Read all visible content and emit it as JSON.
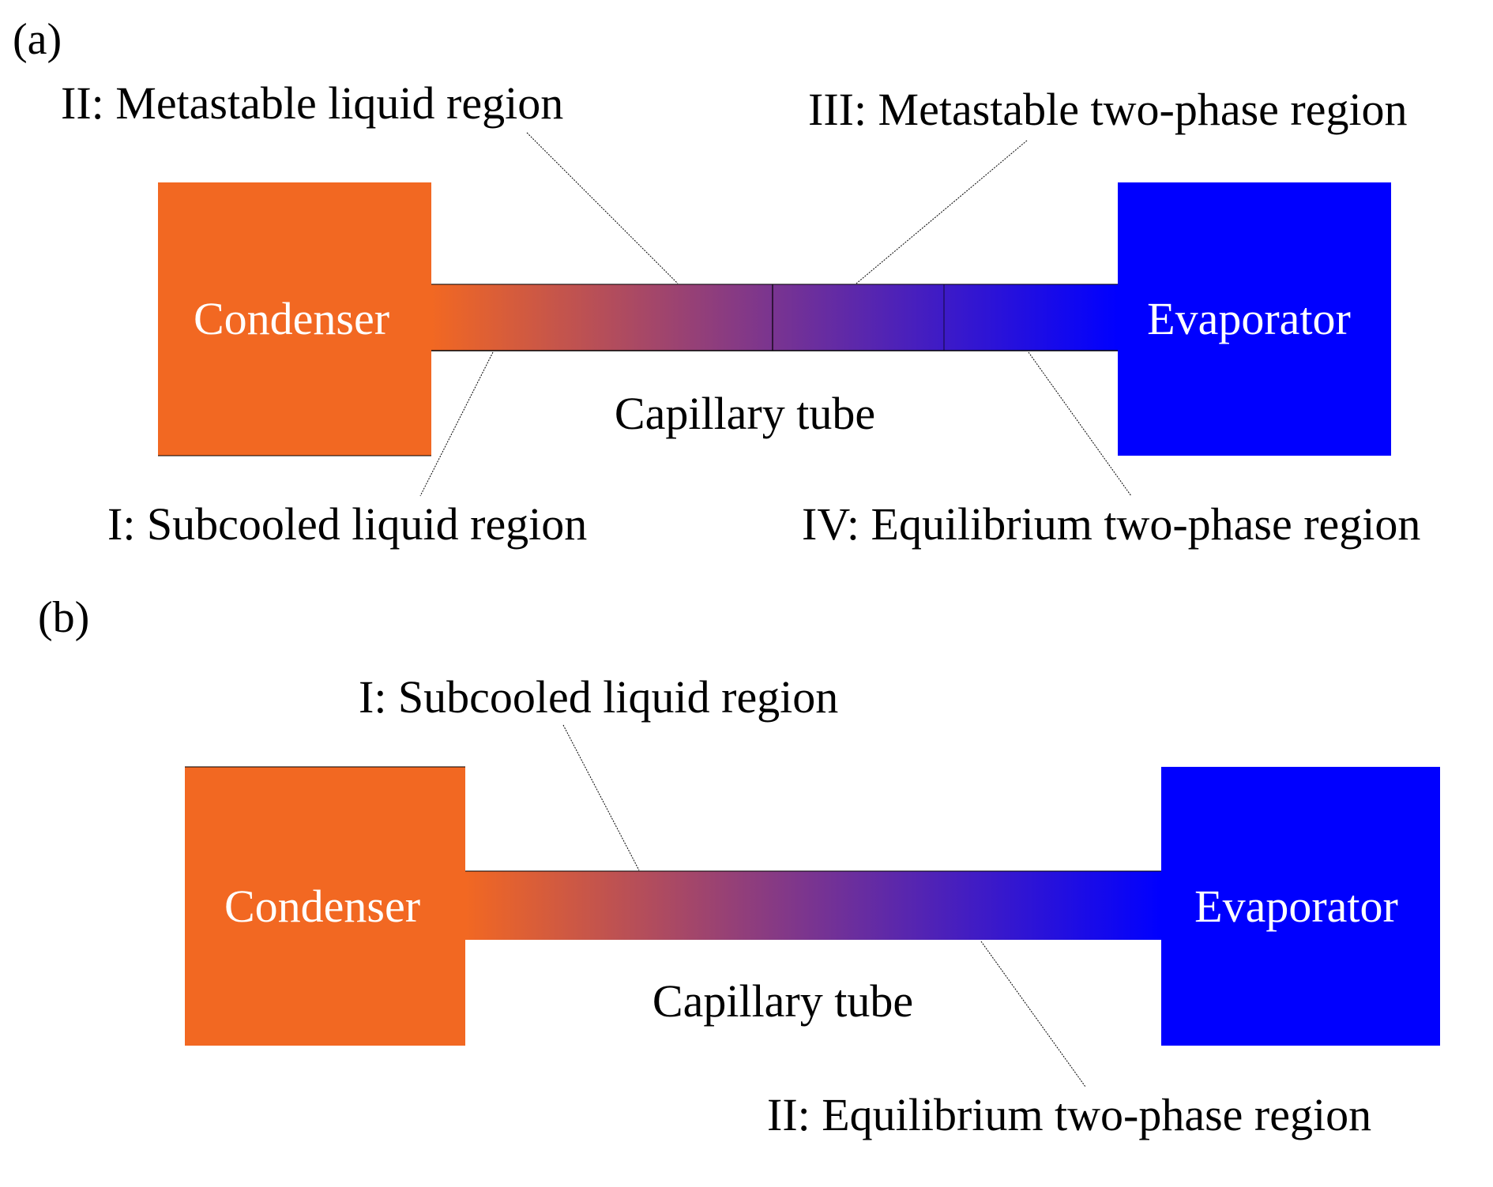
{
  "colors": {
    "condenser": "#F26822",
    "evaporator": "#0000FF",
    "tube_start": "#F26822",
    "tube_end": "#0000FF"
  },
  "panels": [
    {
      "panel_label": "(a)",
      "condenser_label": "Condenser",
      "evaporator_label": "Evaporator",
      "tube_label": "Capillary tube",
      "regions": [
        {
          "label": "I: Subcooled liquid region"
        },
        {
          "label": "II: Metastable liquid region"
        },
        {
          "label": "III: Metastable two-phase region"
        },
        {
          "label": "IV: Equilibrium two-phase region"
        }
      ]
    },
    {
      "panel_label": "(b)",
      "condenser_label": "Condenser",
      "evaporator_label": "Evaporator",
      "tube_label": "Capillary tube",
      "regions": [
        {
          "label": "I: Subcooled liquid region"
        },
        {
          "label": "II: Equilibrium two-phase region"
        }
      ]
    }
  ]
}
